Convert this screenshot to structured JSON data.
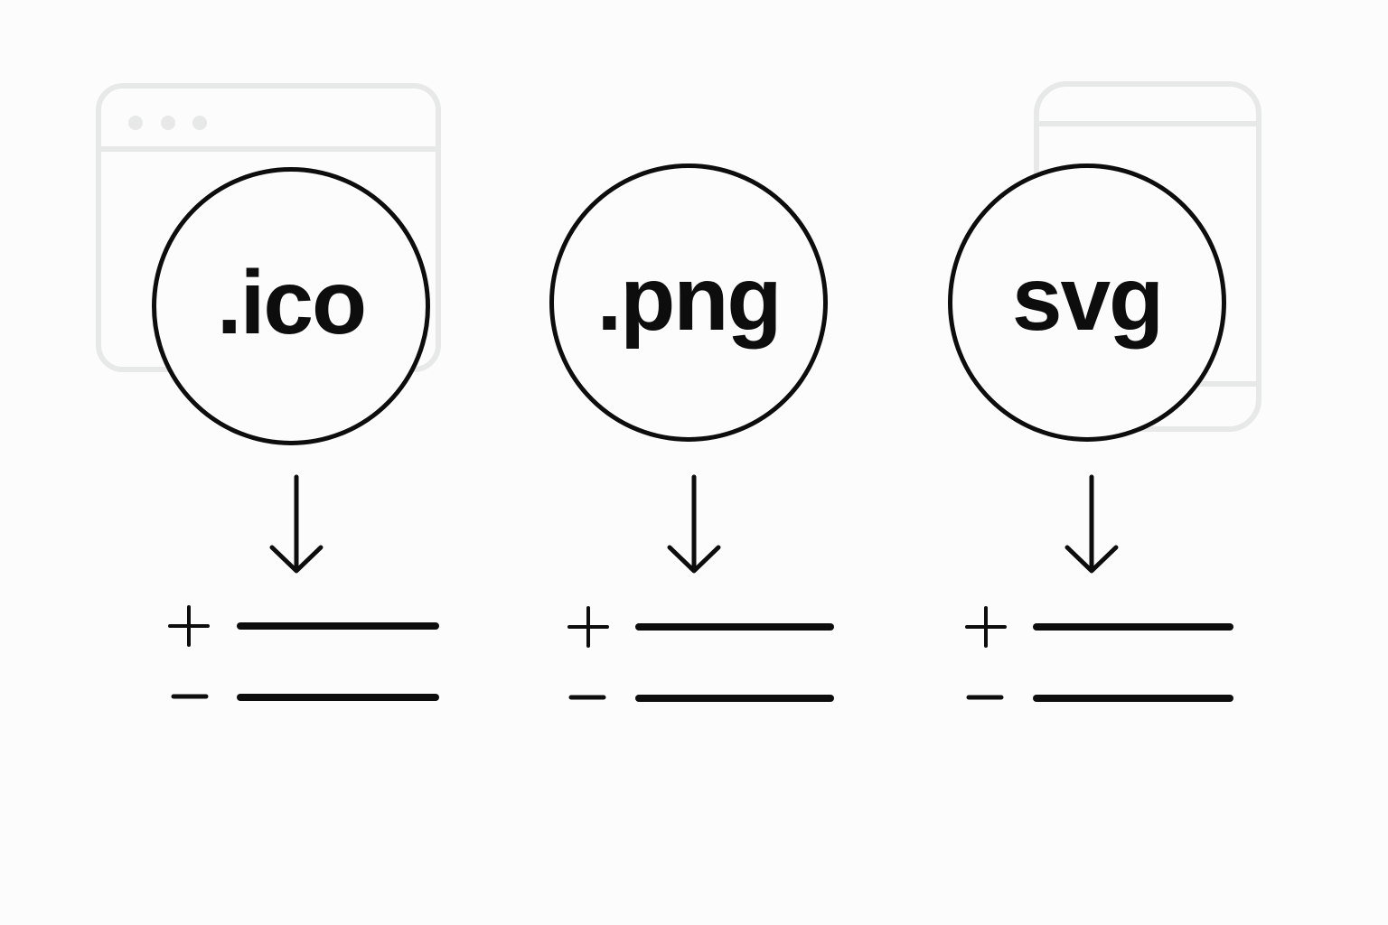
{
  "colors": {
    "ink": "#0d0d0d",
    "faint_outline": "#e7e8e8",
    "background": "#fcfcfc"
  },
  "background_windows": [
    {
      "name": "browser-window-outline",
      "dots": 3
    },
    {
      "name": "mobile-window-outline"
    }
  ],
  "columns": [
    {
      "label": ".ico",
      "arrow_icon": "arrow-down-icon",
      "rows": [
        {
          "icon": "plus-icon"
        },
        {
          "icon": "minus-icon"
        }
      ]
    },
    {
      "label": ".png",
      "arrow_icon": "arrow-down-icon",
      "rows": [
        {
          "icon": "plus-icon"
        },
        {
          "icon": "minus-icon"
        }
      ]
    },
    {
      "label": "svg",
      "arrow_icon": "arrow-down-icon",
      "rows": [
        {
          "icon": "plus-icon"
        },
        {
          "icon": "minus-icon"
        }
      ]
    }
  ]
}
